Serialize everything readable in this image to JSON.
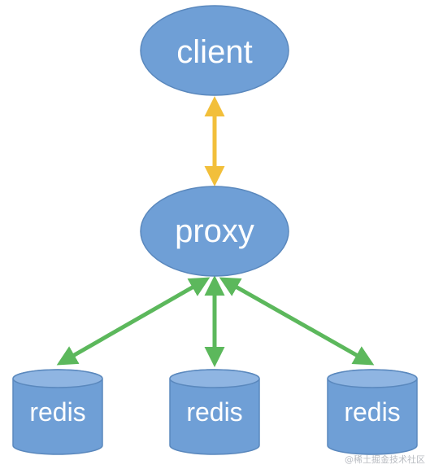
{
  "nodes": {
    "client": {
      "label": "client"
    },
    "proxy": {
      "label": "proxy"
    },
    "redis": [
      {
        "label": "redis"
      },
      {
        "label": "redis"
      },
      {
        "label": "redis"
      }
    ]
  },
  "colors": {
    "node_fill": "#6f9fd6",
    "node_top": "#8fb5e2",
    "node_stroke": "#5a88bd",
    "client_link": "#f2bf3a",
    "redis_link": "#5cb85c"
  },
  "watermark": "@稀土掘金技术社区"
}
